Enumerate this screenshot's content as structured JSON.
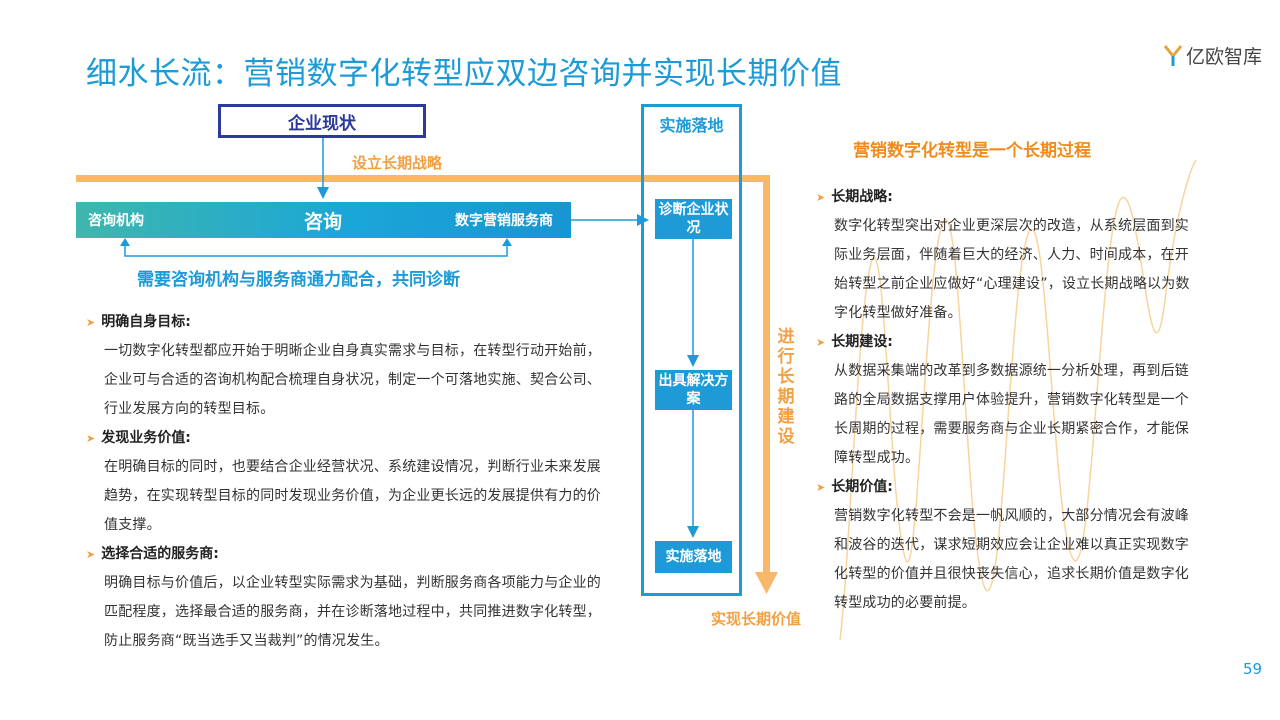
{
  "title": "细水长流：营销数字化转型应双边咨询并实现长期价值",
  "logo": {
    "text": "亿欧智库",
    "icon": "yiou-logo-icon"
  },
  "page_number": "59",
  "diagram": {
    "status_box": "企业现状",
    "strategy_label": "设立长期战略",
    "consult_left": "咨询机构",
    "consult_center": "咨询",
    "consult_right": "数字营销服务商",
    "cooperate_label": "需要咨询机构与服务商通力配合，共同诊断",
    "impl_title": "实施落地",
    "steps": [
      "诊断企业状况",
      "出具解决方案",
      "实施落地"
    ],
    "vertical_label": "进行长期建设",
    "value_label": "实现长期价值"
  },
  "left_sections": [
    {
      "title": "明确自身目标:",
      "body": "一切数字化转型都应开始于明晰企业自身真实需求与目标，在转型行动开始前，企业可与合适的咨询机构配合梳理自身状况，制定一个可落地实施、契合公司、行业发展方向的转型目标。"
    },
    {
      "title": "发现业务价值:",
      "body": "在明确目标的同时，也要结合企业经营状况、系统建设情况，判断行业未来发展趋势，在实现转型目标的同时发现业务价值，为企业更长远的发展提供有力的价值支撑。"
    },
    {
      "title": "选择合适的服务商:",
      "body": "明确目标与价值后，以企业转型实际需求为基础，判断服务商各项能力与企业的匹配程度，选择最合适的服务商，并在诊断落地过程中，共同推进数字化转型，防止服务商“既当选手又当裁判”的情况发生。"
    }
  ],
  "right_heading": "营销数字化转型是一个长期过程",
  "right_sections": [
    {
      "title": "长期战略:",
      "body": "数字化转型突出对企业更深层次的改造，从系统层面到实际业务层面，伴随着巨大的经济、人力、时间成本，在开始转型之前企业应做好“心理建设”，设立长期战略以为数字化转型做好准备。"
    },
    {
      "title": "长期建设:",
      "body": "从数据采集端的改革到多数据源统一分析处理，再到后链路的全局数据支撑用户体验提升，营销数字化转型是一个长周期的过程，需要服务商与企业长期紧密合作，才能保障转型成功。"
    },
    {
      "title": "长期价值:",
      "body": "营销数字化转型不会是一帆风顺的，大部分情况会有波峰和波谷的迭代，谋求短期效应会让企业难以真正实现数字化转型的价值并且很快丧失信心，追求长期价值是数字化转型成功的必要前提。"
    }
  ],
  "colors": {
    "blue": "#1e9bd7",
    "navy": "#2b3a9c",
    "orange": "#f2a044",
    "teal": "#3fb7ad"
  }
}
